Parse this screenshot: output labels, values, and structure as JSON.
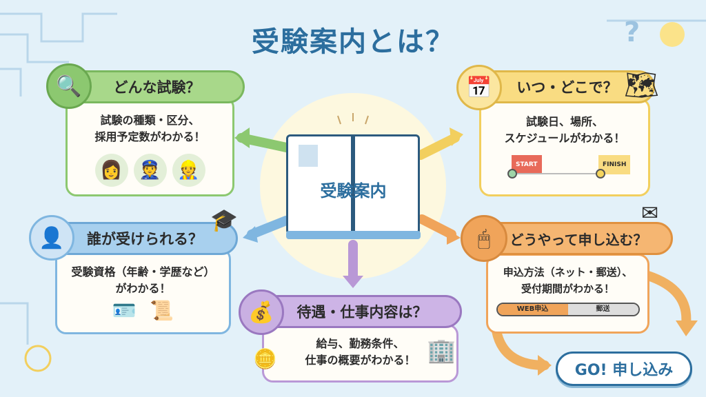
{
  "title": "受験案内とは？",
  "center": {
    "label": "受験案内"
  },
  "cards": [
    {
      "heading": "どんな試験？",
      "lines": [
        "試験の種類・区分、",
        "採用予定数がわかる！"
      ],
      "icon": "magnifier-icon",
      "color": "#8cc870"
    },
    {
      "heading": "いつ・どこで？",
      "lines": [
        "試験日、場所、",
        "スケジュールがわかる！"
      ],
      "icon": "calendar-icon",
      "color": "#f2cf5e",
      "timeline": {
        "start": "START",
        "finish": "FINISH"
      }
    },
    {
      "heading": "誰が受けられる？",
      "lines": [
        "受験資格（年齢・学歴など）",
        "がわかる！"
      ],
      "icon": "person-icon",
      "color": "#7fb6e0"
    },
    {
      "heading": "どうやって申し込む？",
      "lines": [
        "申込方法（ネット・郵送）、",
        "受付期間がわかる！"
      ],
      "icon": "mouse-icon",
      "color": "#f0a45a",
      "toggle": {
        "web": "WEB申込",
        "mail": "郵送"
      }
    },
    {
      "heading": "待遇・仕事内容は？",
      "lines": [
        "給与、勤務条件、",
        "仕事の概要がわかる！"
      ],
      "icon": "money-bag-icon",
      "color": "#b998d6"
    }
  ],
  "go_button": "GO! 申し込み"
}
